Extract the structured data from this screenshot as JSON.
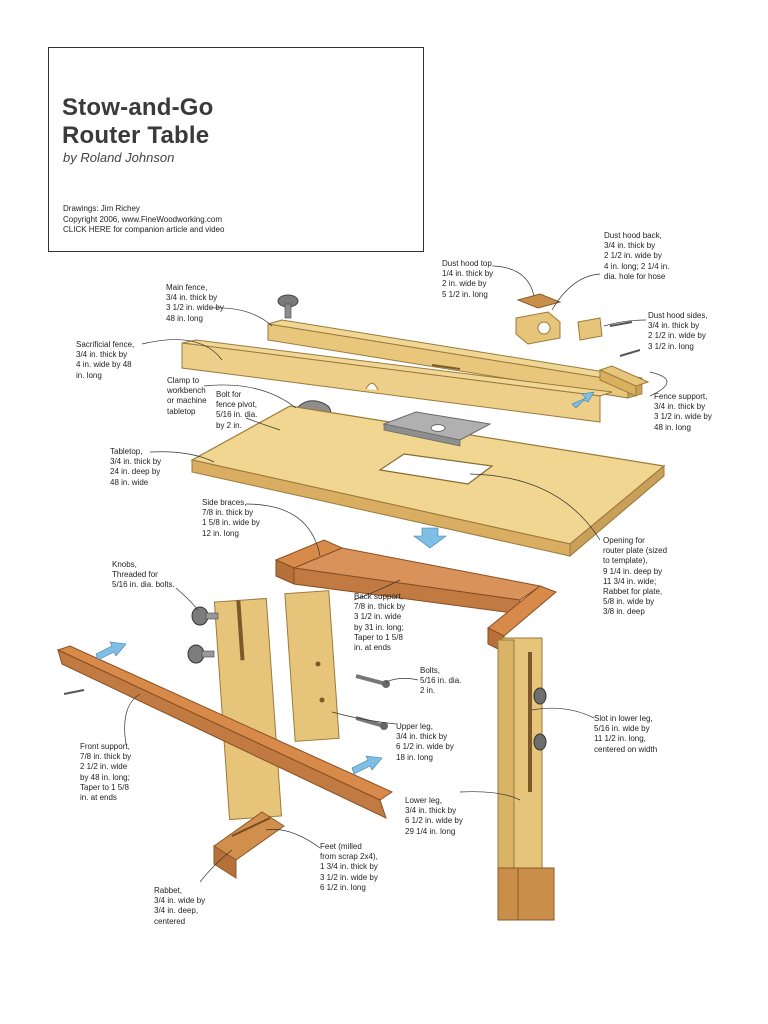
{
  "title_block": {
    "title_line1": "Stow-and-Go",
    "title_line2": "Router Table",
    "byline": "by Roland Johnson",
    "credits": [
      "Drawings: Jim Richey",
      "Copyright 2006, www.FineWoodworking.com",
      "CLICK HERE for companion article and video"
    ]
  },
  "labels": {
    "main_fence": [
      "Main fence,",
      "3/4 in. thick by",
      "3 1/2 in. wide by",
      "48 in. long"
    ],
    "sacrificial_fence": [
      "Sacrificial fence,",
      "3/4 in. thick by",
      "4 in. wide by 48",
      "in. long"
    ],
    "clamp": [
      "Clamp to",
      "workbench",
      "or machine",
      "tabletop"
    ],
    "bolt_pivot": [
      "Bolt for",
      "fence pivot,",
      "5/16 in. dia.",
      "by 2 in."
    ],
    "tabletop": [
      "Tabletop,",
      "3/4 in. thick by",
      "24 in. deep by",
      "48 in. wide"
    ],
    "dust_hood_top": [
      "Dust hood top,",
      "1/4 in. thick by",
      "2 in. wide by",
      "5 1/2 in. long"
    ],
    "dust_hood_back": [
      "Dust hood back,",
      "3/4 in. thick by",
      "2 1/2 in. wide by",
      "4 in. long; 2 1/4 in.",
      "dia. hole for hose"
    ],
    "dust_hood_sides": [
      "Dust hood sides,",
      "3/4 in. thick by",
      "2 1/2 in. wide by",
      "3 1/2 in. long"
    ],
    "fence_support": [
      "Fence support,",
      "3/4 in. thick by",
      "3 1/2 in. wide by",
      "48 in. long"
    ],
    "opening": [
      "Opening for",
      "router plate (sized",
      "to template),",
      "9 1/4 in. deep by",
      "11 3/4 in. wide;",
      "Rabbet for plate,",
      "5/8 in. wide by",
      "3/8 in. deep"
    ],
    "side_braces": [
      "Side braces,",
      "7/8 in. thick by",
      "1 5/8 in. wide by",
      "12 in. long"
    ],
    "knobs": [
      "Knobs,",
      "Threaded for",
      "5/16 in. dia. bolts."
    ],
    "back_support": [
      "Back support,",
      "7/8 in. thick by",
      "3 1/2 in. wide",
      "by 31 in. long;",
      "Taper to 1 5/8",
      "in. at ends"
    ],
    "bolts": [
      "Bolts,",
      "5/16 in. dia.",
      "2 in."
    ],
    "upper_leg": [
      "Upper leg,",
      "3/4 in. thick by",
      "6 1/2 in. wide by",
      "18 in. long"
    ],
    "slot": [
      "Slot in lower leg,",
      "5/16 in. wide by",
      "11 1/2 in. long,",
      "centered on width"
    ],
    "front_support": [
      "Front support,",
      "7/8 in. thick by",
      "2 1/2 in. wide",
      "by 48 in. long;",
      "Taper to 1 5/8",
      "in. at ends"
    ],
    "lower_leg": [
      "Lower leg,",
      "3/4 in. thick by",
      "6 1/2 in. wide by",
      "29 1/4 in. long"
    ],
    "feet": [
      "Feet (milled",
      "from scrap 2x4),",
      "1 3/4 in. thick by",
      "3 1/2 in. wide by",
      "6 1/2 in. long"
    ],
    "rabbet": [
      "Rabbet,",
      "3/4 in. wide by",
      "3/4 in. deep,",
      "centered"
    ]
  },
  "colors": {
    "wood_light": "#e8c77d",
    "wood_mid": "#d9ad5c",
    "wood_dark": "#b98a3e",
    "wood_red": "#d88a4a",
    "wood_red_dark": "#a85e2c",
    "metal": "#8d8d8d",
    "arrow_blue": "#7fbfe6",
    "leader": "#333333"
  }
}
